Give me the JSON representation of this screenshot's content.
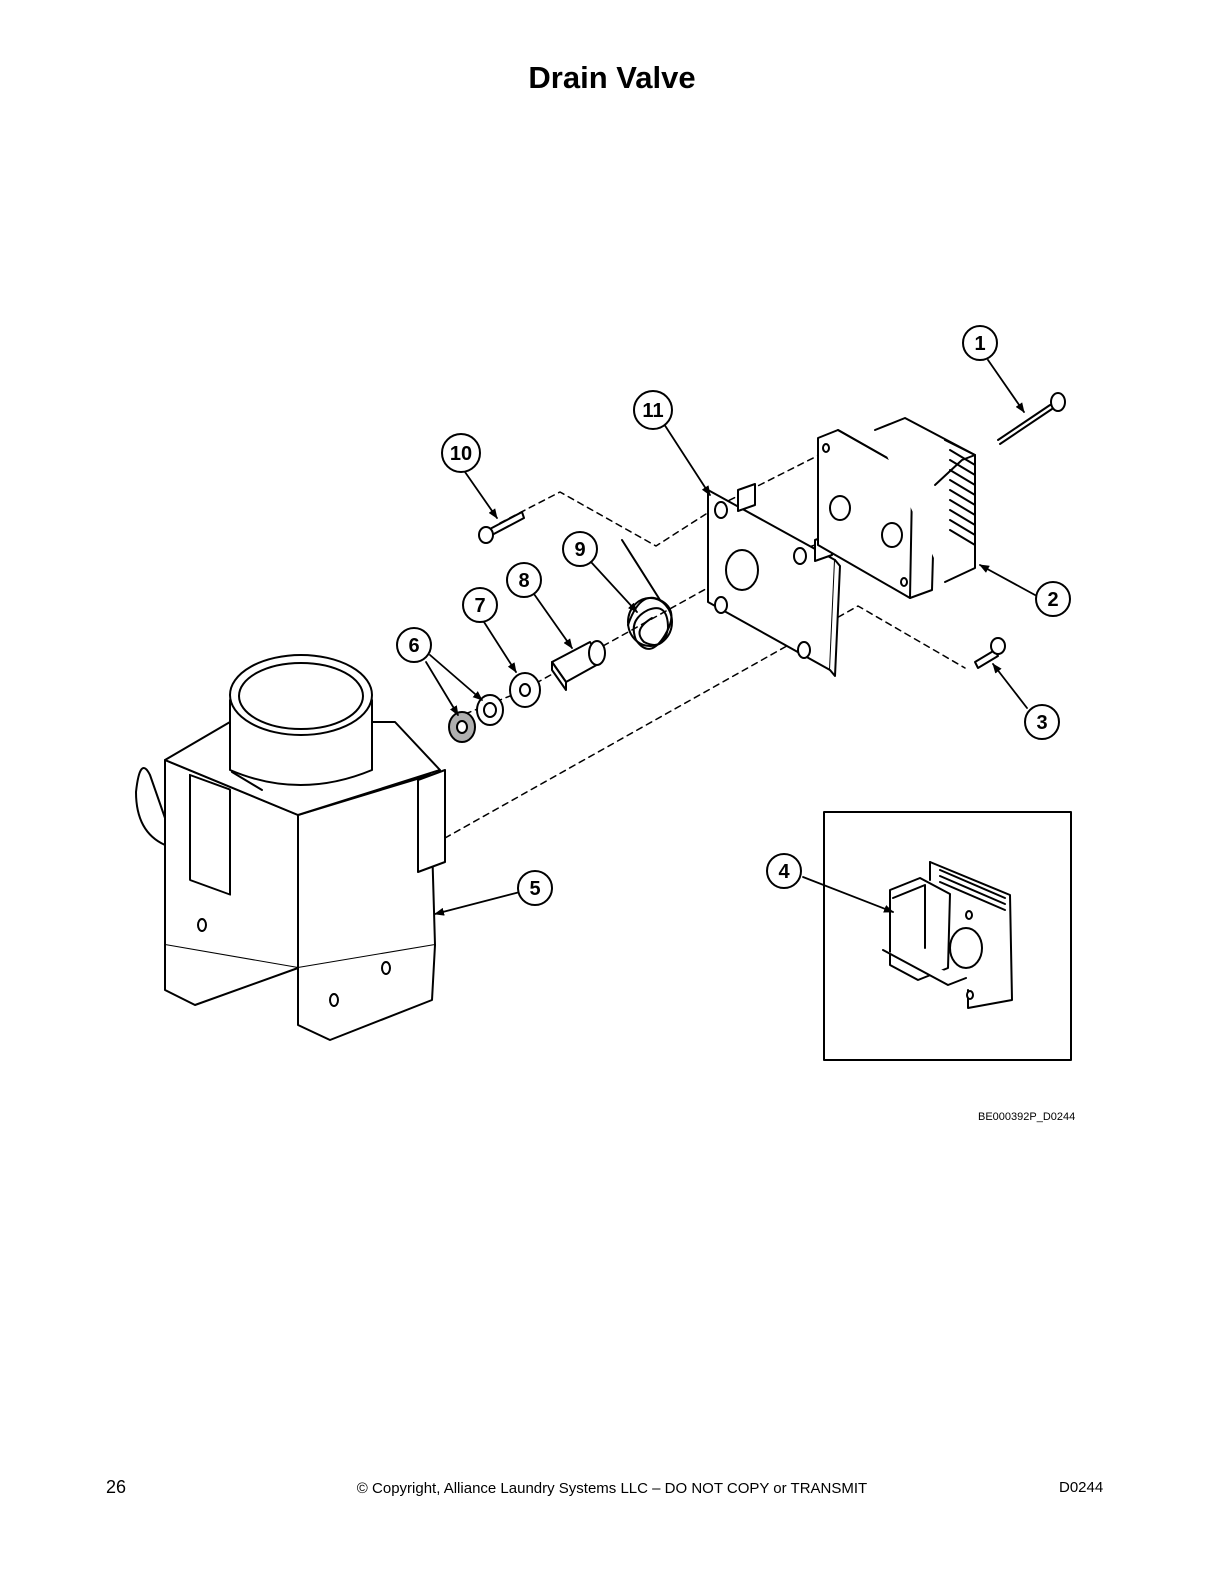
{
  "title": "Drain Valve",
  "illustration_ref": "BE000392P_D0244",
  "footer": {
    "page_number": "26",
    "copyright": "© Copyright, Alliance Laundry Systems LLC – DO NOT COPY or TRANSMIT",
    "doc_code": "D0244"
  },
  "callouts": [
    "1",
    "2",
    "3",
    "4",
    "5",
    "6",
    "7",
    "8",
    "9",
    "10",
    "11"
  ]
}
